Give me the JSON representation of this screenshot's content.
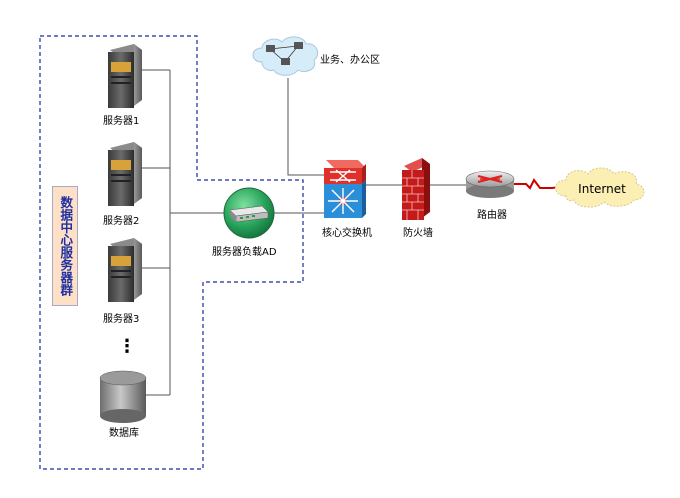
{
  "group_label": "数据中心服务器群",
  "servers": [
    {
      "label": "服务器1"
    },
    {
      "label": "服务器2"
    },
    {
      "label": "服务器3"
    }
  ],
  "ellipsis": "⋮",
  "database": {
    "label": "数据库"
  },
  "load_balancer": {
    "label": "服务器负载AD"
  },
  "core_switch": {
    "label": "核心交换机"
  },
  "firewall": {
    "label": "防火墙"
  },
  "router": {
    "label": "路由器"
  },
  "internet": {
    "label": "Internet"
  },
  "office_network": {
    "label": "业务、办公区"
  },
  "colors": {
    "dashed_border": "#1a2aa0",
    "line": "#555555",
    "router_link": "#cc0000",
    "switch_red": "#e0302a",
    "switch_blue": "#2a8fd8",
    "firewall_red": "#c51a1a",
    "lb_green": "#27a35a",
    "cloud_yellow": "#fcefb4",
    "cloud_blue": "#d6ecf8"
  }
}
